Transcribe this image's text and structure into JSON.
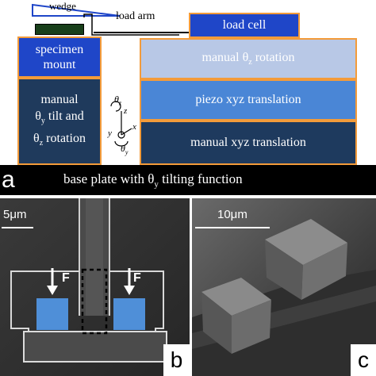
{
  "schematic": {
    "wedge_label": "wedge",
    "load_arm_label": "load arm",
    "load_cell_label": "load cell",
    "specimen_mount_line1": "specimen",
    "specimen_mount_line2": "mount",
    "manual_tilt_line1": "manual",
    "manual_tilt_line2": "θ",
    "manual_tilt_line2_sub": "y",
    "manual_tilt_line2_rest": " tilt and",
    "manual_tilt_line3": "θ",
    "manual_tilt_line3_sub": "z",
    "manual_tilt_line3_rest": " rotation",
    "rotation_block_pre": "manual θ",
    "rotation_block_sub": "z",
    "rotation_block_post": " rotation",
    "piezo_block": "piezo xyz translation",
    "manual_xyz_block": "manual xyz translation",
    "axes": {
      "theta_z": "θ",
      "theta_z_sub": "z",
      "z": "z",
      "x": "x",
      "y": "y",
      "theta_y": "θ",
      "theta_y_sub": "y"
    },
    "panel_letter": "a",
    "base_plate_pre": "base plate with θ",
    "base_plate_sub": "y",
    "base_plate_post": " tilting function"
  },
  "panel_b": {
    "scale_label": "5μm",
    "force_label_left": "F",
    "force_label_right": "F",
    "panel_letter": "b"
  },
  "panel_c": {
    "scale_label": "10μm",
    "panel_letter": "c"
  },
  "colors": {
    "border_orange": "#f39b3a",
    "navy": "#1f3a5c",
    "load_cell_blue": "#1f46c8",
    "light_blue": "#b8c8e6",
    "piezo_blue": "#4a86d6",
    "pad_blue": "#4f8fd8"
  }
}
